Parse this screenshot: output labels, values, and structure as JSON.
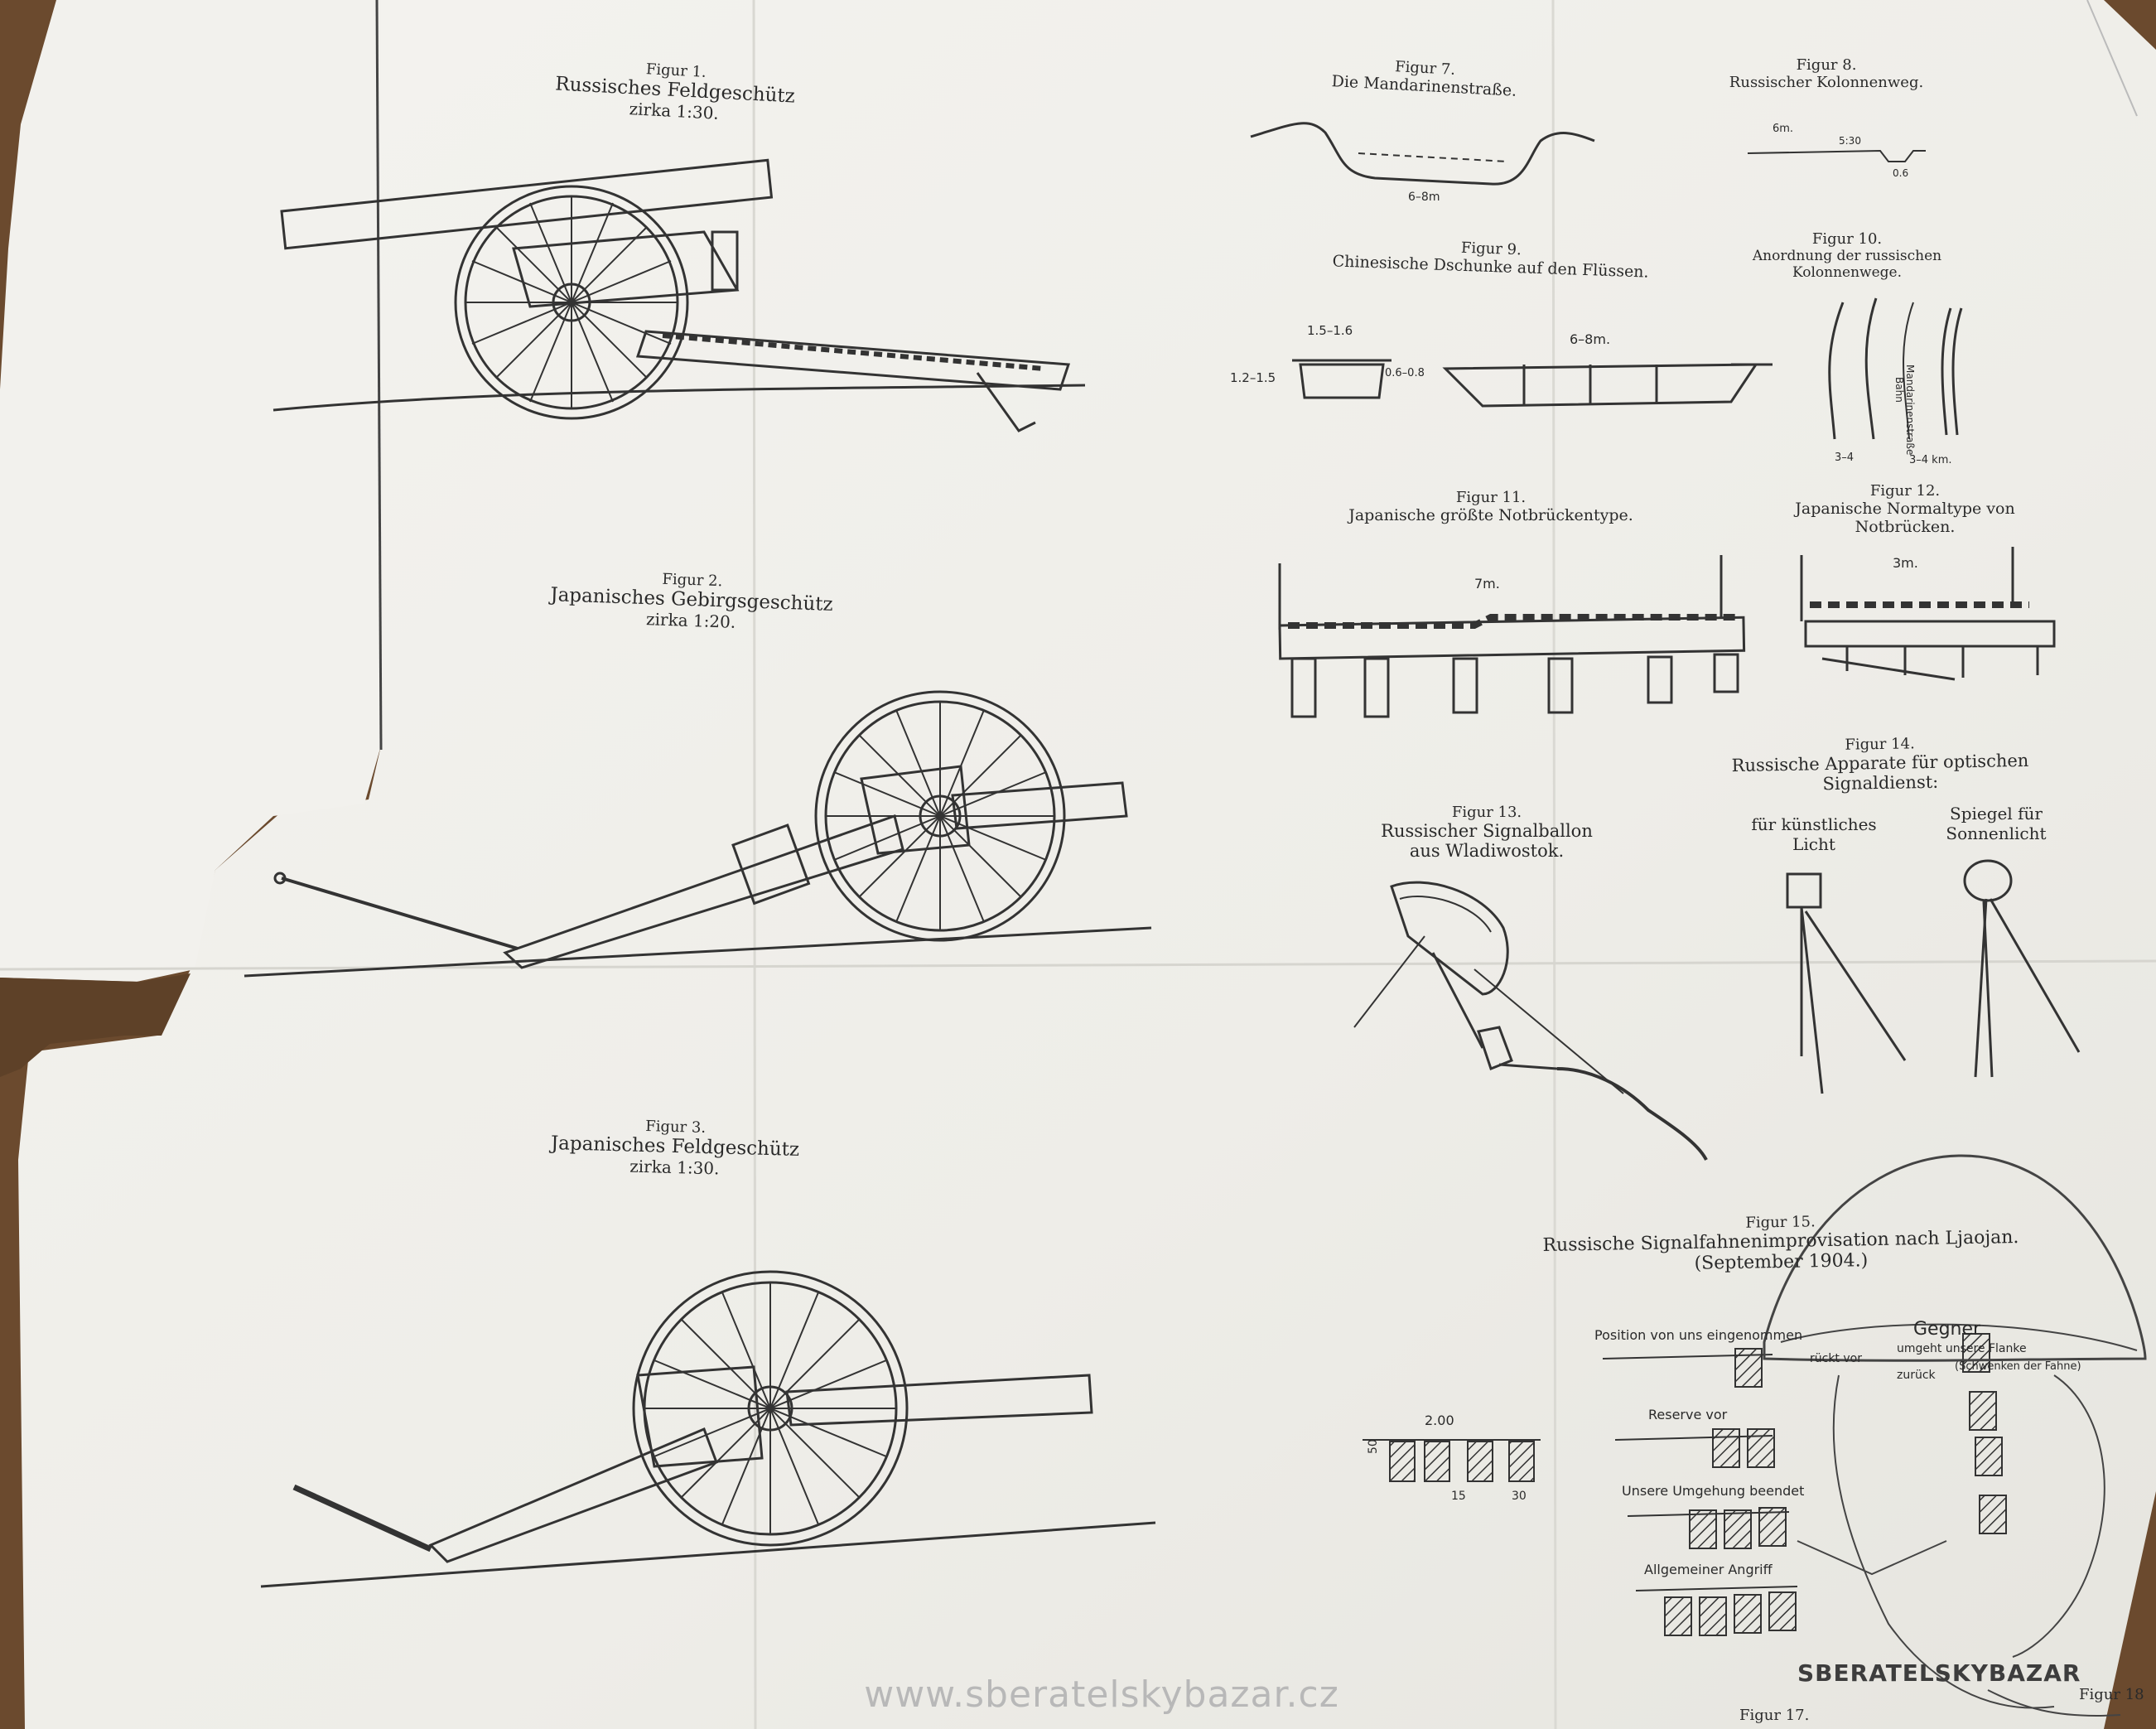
{
  "figures": {
    "f1": {
      "label": "Figur 1.",
      "title": "Russisches Feldgeschütz",
      "scale": "zirka 1:30."
    },
    "f2": {
      "label": "Figur 2.",
      "title": "Japanisches Gebirgsgeschütz",
      "scale": "zirka 1:20."
    },
    "f3": {
      "label": "Figur 3.",
      "title": "Japanisches Feldgeschütz",
      "scale": "zirka 1:30."
    },
    "f7": {
      "label": "Figur 7.",
      "title": "Die Mandarinenstraße."
    },
    "f8": {
      "label": "Figur 8.",
      "title": "Russischer Kolonnenweg."
    },
    "f9": {
      "label": "Figur 9.",
      "title": "Chinesische Dschunke auf den Flüssen."
    },
    "f10": {
      "label": "Figur 10.",
      "title_1": "Anordnung der russischen",
      "title_2": "Kolonnenwege."
    },
    "f11": {
      "label": "Figur 11.",
      "title": "Japanische größte Notbrückentype."
    },
    "f12": {
      "label": "Figur 12.",
      "title_1": "Japanische Normaltype von",
      "title_2": "Notbrücken."
    },
    "f13": {
      "label": "Figur 13.",
      "title_1": "Russischer Signalballon",
      "title_2": "aus Wladiwostok."
    },
    "f14": {
      "label": "Figur 14.",
      "title_1": "Russische Apparate für optischen",
      "title_2": "Signaldienst:",
      "left_1": "für künstliches",
      "left_2": "Licht",
      "right_1": "Spiegel für",
      "right_2": "Sonnenlicht"
    },
    "f15": {
      "label": "Figur 15.",
      "title": "Russische Signalfahnenimprovisation nach Ljaojan.",
      "date": "(September 1904.)"
    },
    "f17": {
      "label": "Figur 17."
    },
    "f18": {
      "label": "Figur 18"
    }
  },
  "dimensions": {
    "f7_width": "6–8m",
    "f8_top": "6m.",
    "f8_mid": "5:30",
    "f8_low": "0.6",
    "f9_small_width": "1.5–1.6",
    "f9_small_height": "1.2–1.5",
    "f9_small_draft": "0.6–0.8",
    "f9_large_width": "6–8m.",
    "f10_gap_1": "3–4",
    "f10_gap_2": "3–4 km.",
    "f10_road": "Mandarinenstraße",
    "f10_bahn": "Bahn",
    "f11_span": "7m.",
    "f12_span": "3m.",
    "f15_width": "2.00",
    "f15_height": "50",
    "f15_w1": "15",
    "f15_w2": "30"
  },
  "signals": {
    "position": "Position von uns eingenommen",
    "gegner": "Gegner",
    "rueckt_vor": "rückt vor",
    "umgehung": "umgeht unsere Flanke",
    "zurueck": "zurück",
    "schwenken": "(Schwenken der Fahne)",
    "reserve": "Reserve vor",
    "unsere_umgehung": "Unsere Umgehung beendet",
    "angriff": "Allgemeiner Angriff"
  },
  "watermark": "www.sberatelskybazar.cz",
  "brand": "SBERATELSKYBAZAR"
}
